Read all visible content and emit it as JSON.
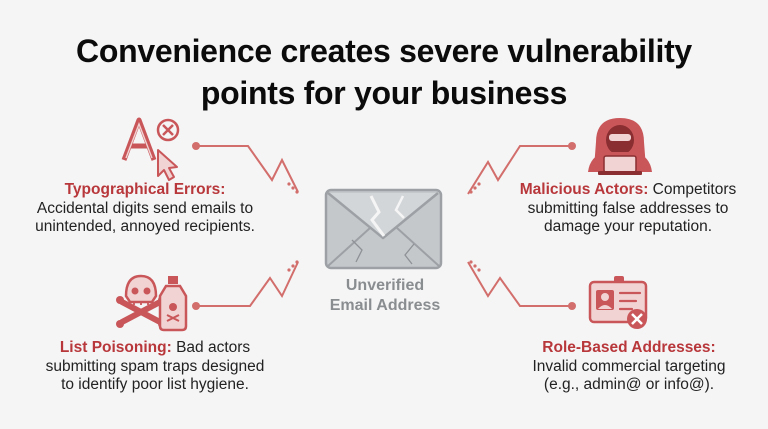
{
  "title": {
    "line1": "Convenience creates severe vulnerability",
    "line2": "points for your business"
  },
  "center": {
    "line1": "Unverified",
    "line2": "Email Address",
    "icon": "broken-envelope-icon"
  },
  "items": [
    {
      "label": "Typographical Errors:",
      "text_line1": "",
      "text_line2": "Accidental digits send emails to",
      "text_line3": "unintended, annoyed recipients.",
      "icon": "typo-cursor-icon"
    },
    {
      "label": "Malicious Actors:",
      "text_line1": " Competitors",
      "text_line2": "submitting false addresses to",
      "text_line3": "damage your reputation.",
      "icon": "hacker-icon"
    },
    {
      "label": "List Poisoning:",
      "text_line1": " Bad actors",
      "text_line2": "submitting spam traps designed",
      "text_line3": "to identify poor list hygiene.",
      "icon": "poison-skull-icon"
    },
    {
      "label": "Role-Based Addresses:",
      "text_line1": "",
      "text_line2": "Invalid commercial targeting",
      "text_line3": "(e.g., admin@ or info@).",
      "icon": "id-badge-icon"
    }
  ],
  "colors": {
    "accent": "#b8373a",
    "icon_red": "#c9575a",
    "icon_fill": "#f2d3d3",
    "envelope": "#c5c8cb",
    "line": "#d26e6b"
  }
}
